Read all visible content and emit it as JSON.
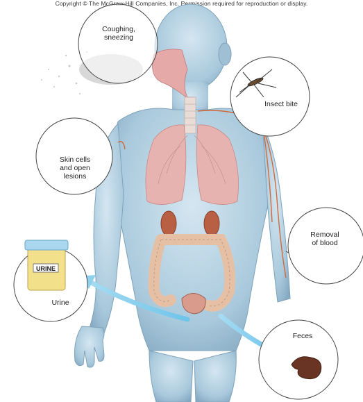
{
  "copyright": "Copyright © The McGraw-Hill Companies, Inc. Permission required for reproduction or display.",
  "labels": {
    "coughing_line1": "Coughing,",
    "coughing_line2": "sneezing",
    "insect": "Insect bite",
    "skin_line1": "Skin cells",
    "skin_line2": "and open",
    "skin_line3": "lesions",
    "blood_line1": "Removal",
    "blood_line2": "of blood",
    "urine": "Urine",
    "feces": "Feces",
    "urine_container": "URINE"
  },
  "colors": {
    "skin": "#a9c9dc",
    "skin_dark": "#7fa3bb",
    "organ": "#e3a6a2",
    "arrow": "#8fd0ec",
    "vessel": "#d2693a"
  }
}
